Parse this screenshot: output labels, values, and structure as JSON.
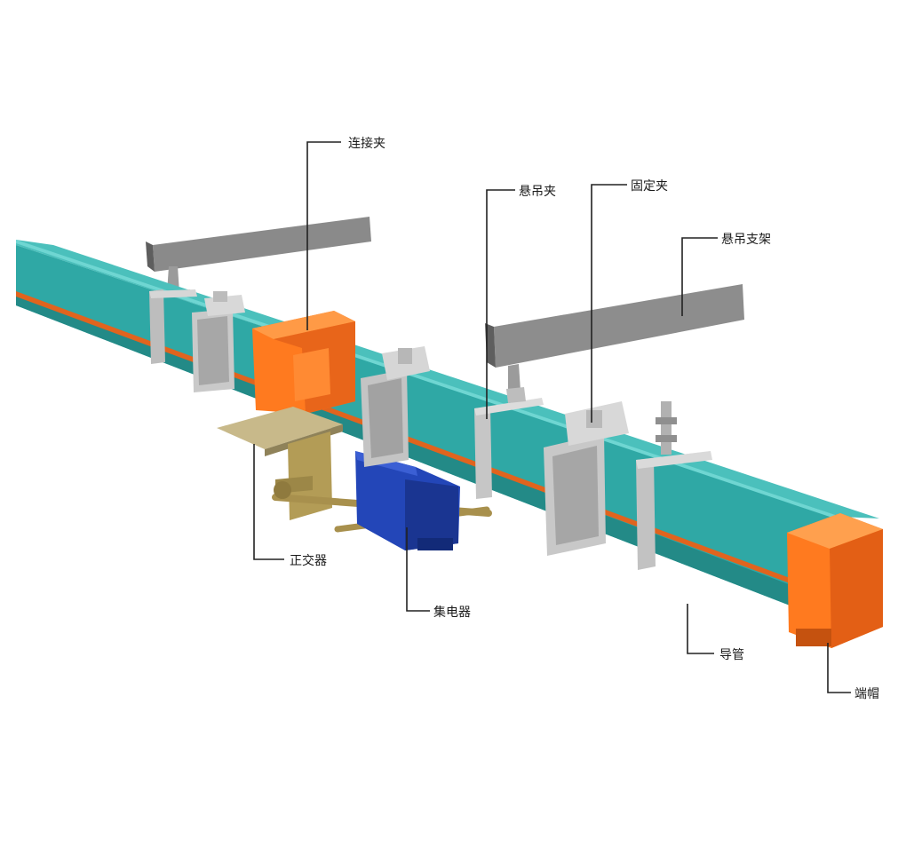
{
  "diagram": {
    "labels": {
      "connector_clamp": "连接夹",
      "hanger_clamp": "悬吊夹",
      "fixing_clamp": "固定夹",
      "hanger_bracket": "悬吊支架",
      "switch": "正交器",
      "collector": "集电器",
      "conduit": "导管",
      "end_cap": "端帽"
    },
    "colors": {
      "rail_top": "#3cb3b0",
      "rail_front": "#2a9f9c",
      "rail_shadow": "#1f7f7c",
      "stripe": "#e0641e",
      "orange": "#ff7a1f",
      "orange_dark": "#d9560c",
      "steel": "#a9a9a9",
      "steel_dark": "#6f6f6f",
      "collector_blue": "#2346b8",
      "brass": "#b89a52"
    }
  }
}
